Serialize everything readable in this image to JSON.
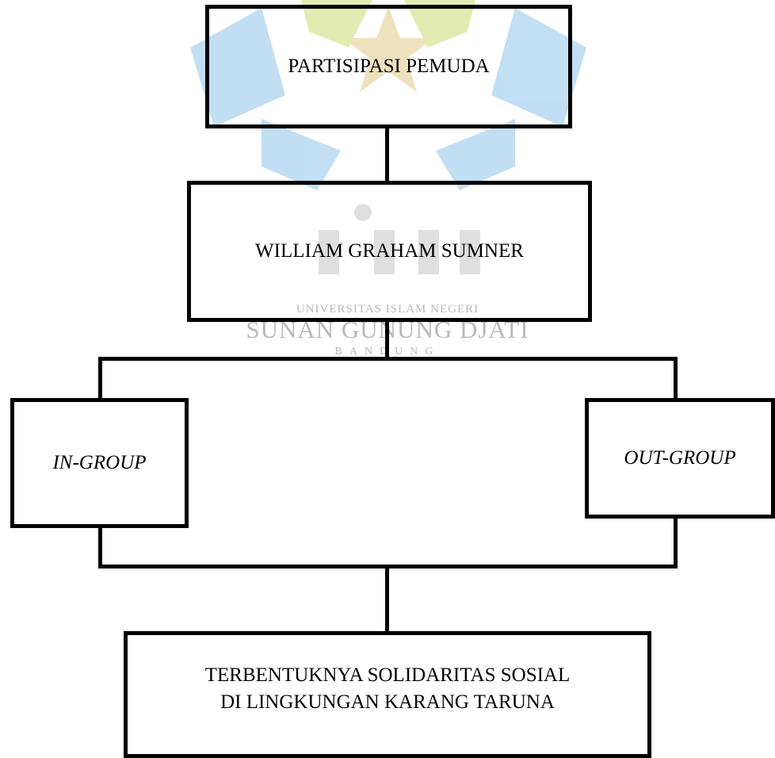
{
  "diagram": {
    "top_box": "PARTISIPASI PEMUDA",
    "second_box": "WILLIAM GRAHAM SUMNER",
    "left_box": "IN-GROUP",
    "right_box": "OUT-GROUP",
    "bottom_box": {
      "line1": "TERBENTUKNYA SOLIDARITAS SOSIAL",
      "line2": "DI LINGKUNGAN KARANG TARUNA"
    }
  },
  "watermark": {
    "logo_text": "uin",
    "subtitle": "UNIVERSITAS ISLAM NEGERI",
    "title": "SUNAN GUNUNG DJATI",
    "city": "BANDUNG"
  },
  "colors": {
    "line": "#000000",
    "watermark_blue": "#8fc4ea",
    "watermark_green": "#c9dc74",
    "watermark_gold": "#e2c98a",
    "watermark_gray": "#b9b9b9"
  }
}
